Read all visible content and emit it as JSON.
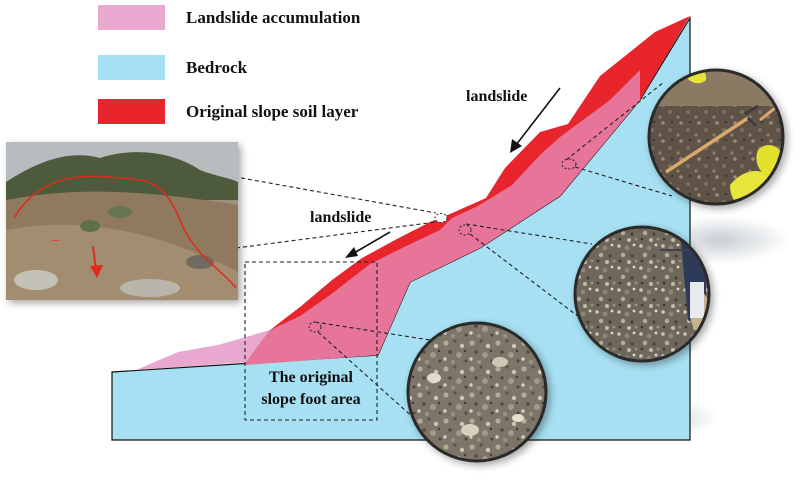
{
  "legend": {
    "items": [
      {
        "label": "Landslide accumulation",
        "color": "#e8a8cf"
      },
      {
        "label": "Bedrock",
        "color": "#a6e0f2"
      },
      {
        "label": "Original slope soil layer",
        "color": "#e8242c"
      }
    ]
  },
  "labels": {
    "landslide_upper": "landslide",
    "landslide_lower": "landslide",
    "slope_foot_line1": "The original",
    "slope_foot_line2": "slope foot area",
    "photo_marker": "▪▪▪▪"
  },
  "colors": {
    "bedrock": "#a6e0f2",
    "accumulation": "#e8a8cf",
    "soil_layer": "#e8242c",
    "overlap": "#e7799f",
    "outline": "#111111",
    "red_outline": "#e02a1e"
  }
}
